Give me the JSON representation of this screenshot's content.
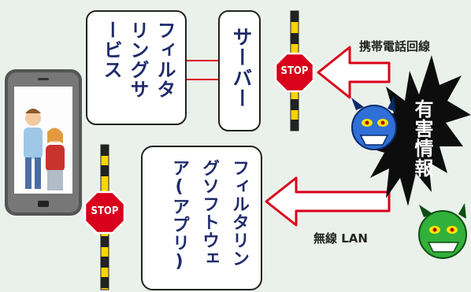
{
  "filtering_service": {
    "label": "フィルタリングサービス"
  },
  "server": {
    "label": "サーバー"
  },
  "filtering_software": {
    "label": "フィルタリングソフトウェア(アプリ)"
  },
  "stop_sign_top": {
    "label": "STOP"
  },
  "stop_sign_bottom": {
    "label": "STOP"
  },
  "mobile_network": {
    "label": "携帯電話回線"
  },
  "wireless_lan": {
    "label": "無線 LAN"
  },
  "harmful_info": {
    "label": "有害情報"
  },
  "colors": {
    "box_text": "#1f2b6b",
    "stop_red": "#d9001b",
    "arrow_red": "#d9001b",
    "monster_blue": "#2f6fd6",
    "monster_green": "#32b03a",
    "burst": "#0d0d0d"
  },
  "icons": [
    "smartphone-icon",
    "blue-monster-icon",
    "green-monster-icon",
    "stop-sign-icon"
  ]
}
